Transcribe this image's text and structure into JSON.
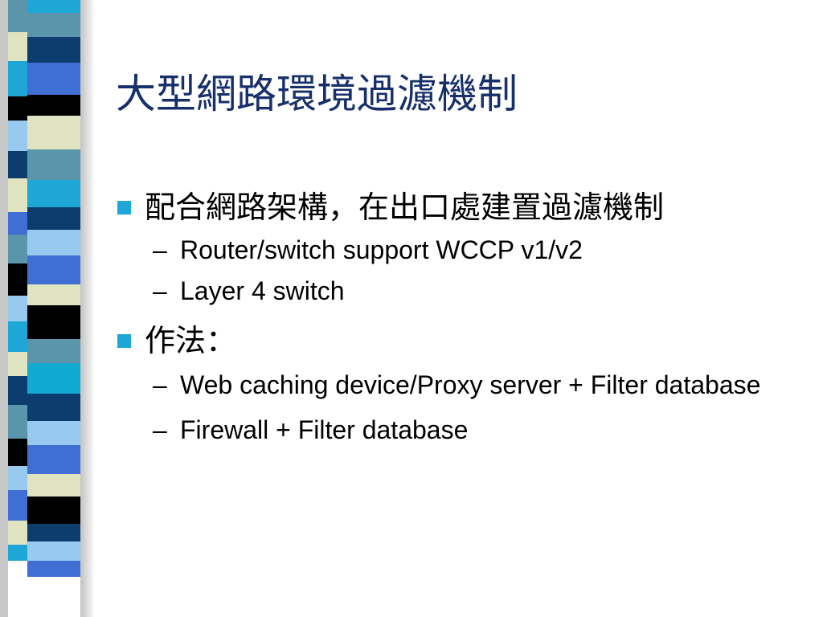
{
  "slide": {
    "title": "大型網路環境過濾機制",
    "items": [
      {
        "text": "配合網路架構，在出口處建置過濾機制",
        "subitems": [
          {
            "dash": "–",
            "text": "Router/switch support WCCP v1/v2"
          },
          {
            "dash": "–",
            "text": "Layer 4 switch"
          }
        ]
      },
      {
        "text": "作法：",
        "subitems": [
          {
            "dash": "–",
            "text": "Web caching device/Proxy server + Filter database"
          },
          {
            "dash": "–",
            "text": "Firewall + Filter database"
          }
        ]
      }
    ]
  },
  "colors": {
    "title": "#17306b",
    "bullet": "#1ea6d6",
    "stripe_palette": [
      "#1ea6d6",
      "#5a95ab",
      "#0d3c6e",
      "#3f6fd3",
      "#000000",
      "#dfe3c0",
      "#98c9ef",
      "#12a9d0"
    ]
  }
}
